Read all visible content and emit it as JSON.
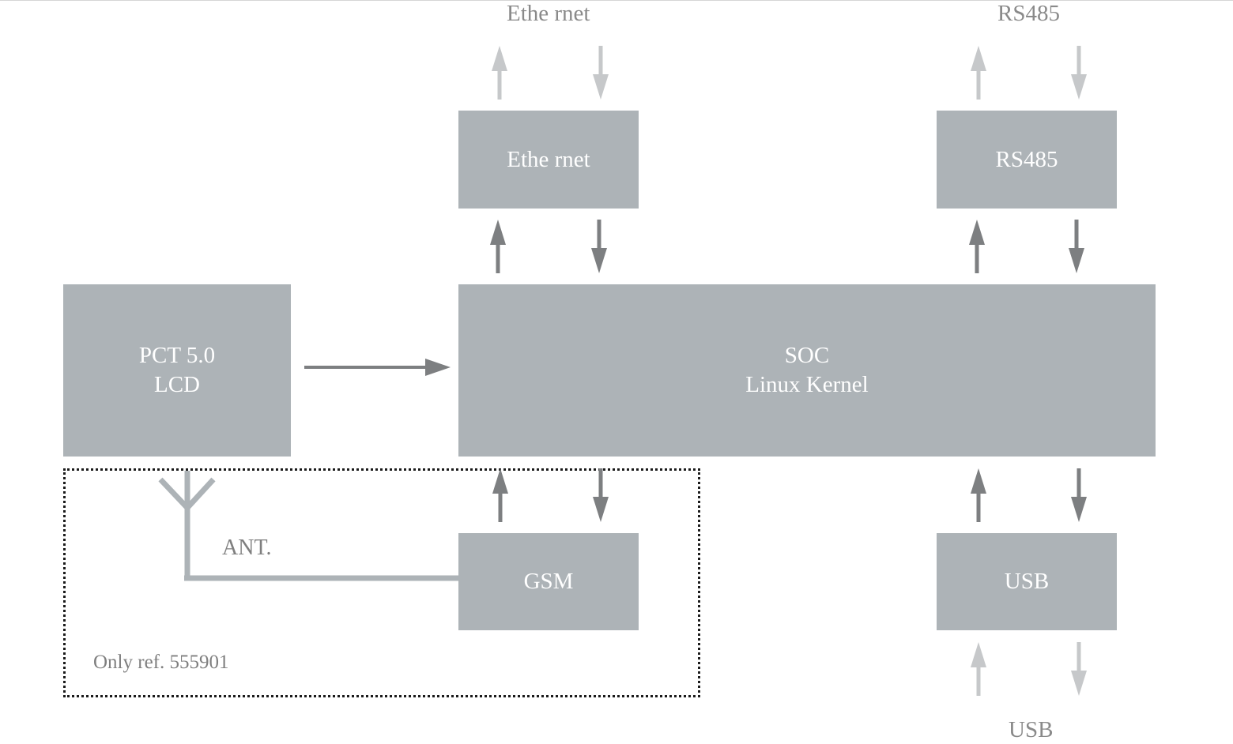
{
  "external_labels": {
    "ethernet_top": "Ethe rnet",
    "rs485_top": "RS485",
    "usb_bottom": "USB"
  },
  "blocks": {
    "ethernet": "Ethe rnet",
    "rs485": "RS485",
    "display_line1": "PCT 5.0",
    "display_line2": "LCD",
    "soc_line1": "SOC",
    "soc_line2": "Linux Kernel",
    "gsm": "GSM",
    "usb": "USB"
  },
  "antenna_label": "ANT.",
  "region_note": "Only ref. 555901",
  "colors": {
    "block_fill": "#adb3b7",
    "internal_arrow": "#7d7f81",
    "external_arrow": "#c6c8ca",
    "antenna": "#adb3b7",
    "dotted_border": "#1a1a1a"
  },
  "icons": {
    "antenna": "antenna-icon",
    "arrow": "arrow-icon"
  }
}
